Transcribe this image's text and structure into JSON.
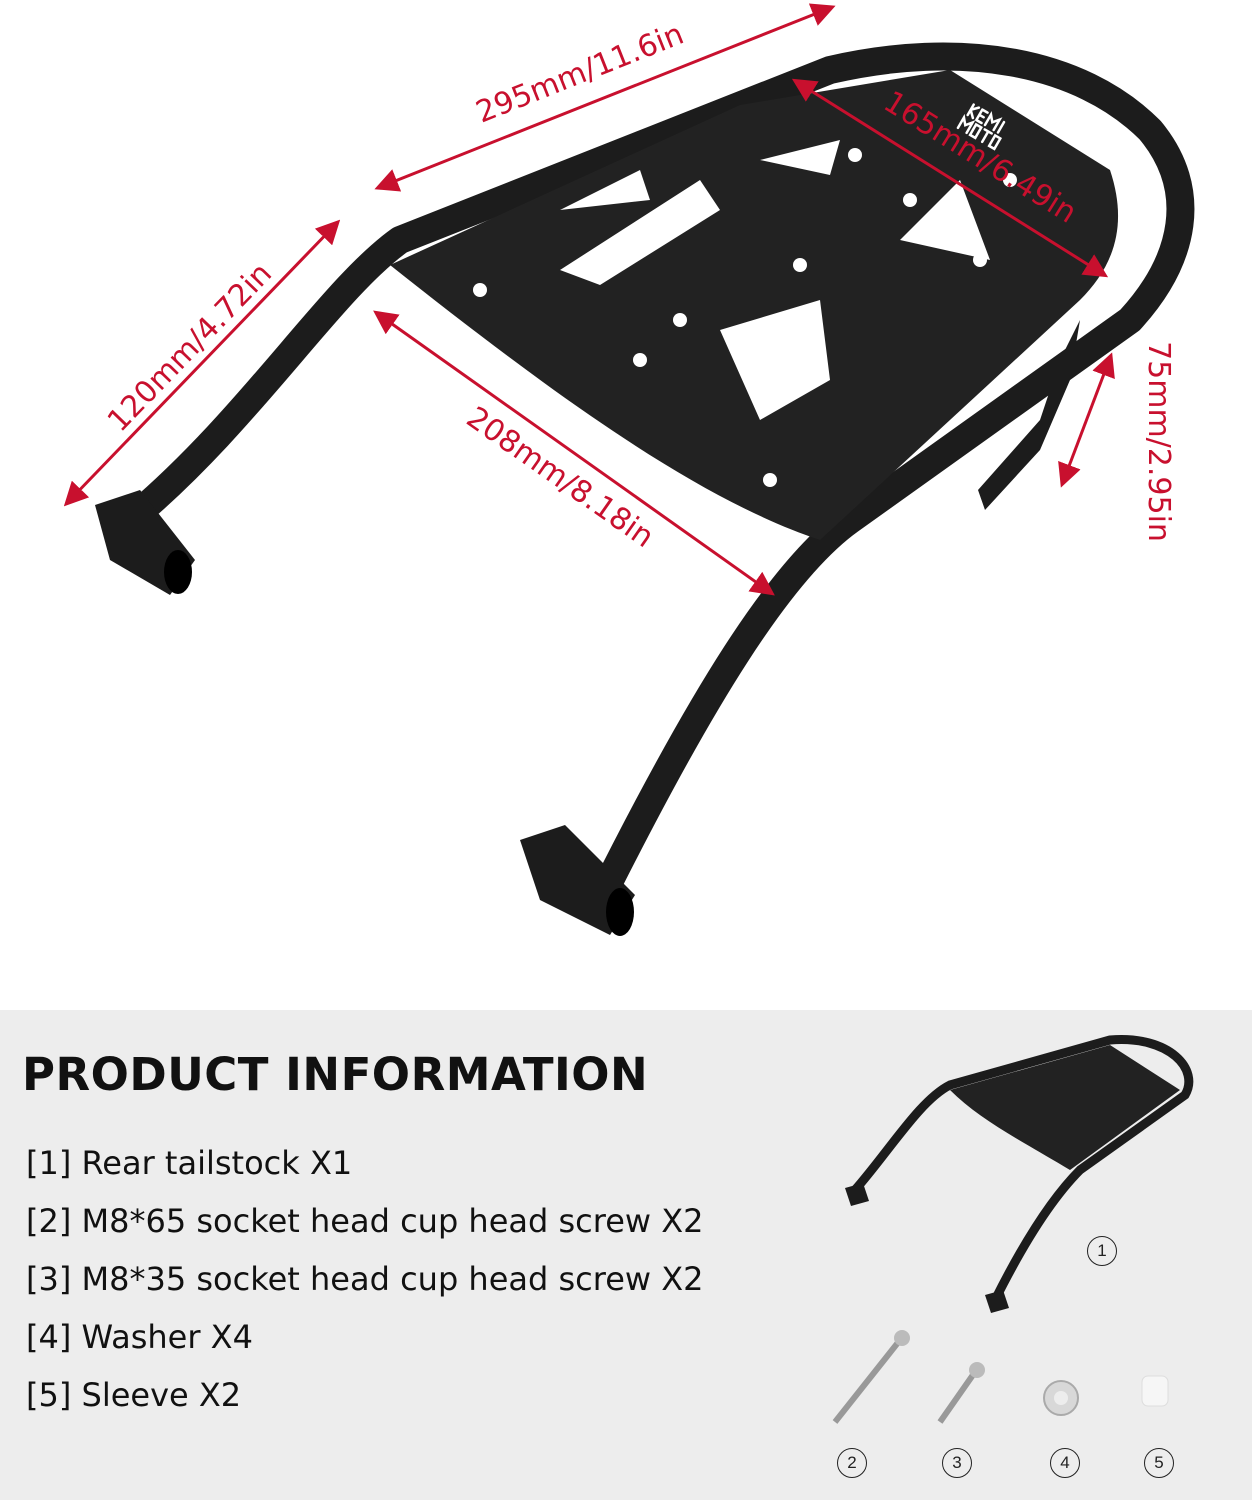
{
  "dimensions": {
    "length": "295mm/11.6in",
    "plate_width": "165mm/6.49in",
    "leg_length": "120mm/4.72in",
    "inner_width": "208mm/8.18in",
    "bracket_height": "75mm/2.95in"
  },
  "brand_logo": "KEMIMOTO",
  "product_info": {
    "title": "PRODUCT INFORMATION",
    "items": [
      "[1] Rear tailstock X1",
      "[2] M8*65 socket head cup head screw X2",
      "[3] M8*35 socket head cup head screw X2",
      "[4] Washer X4",
      "[5] Sleeve X2"
    ],
    "part_numbers": [
      "1",
      "2",
      "3",
      "4",
      "5"
    ]
  },
  "colors": {
    "dimension": "#c8102e",
    "panel": "#ededed",
    "rack": "#1a1a1a"
  }
}
